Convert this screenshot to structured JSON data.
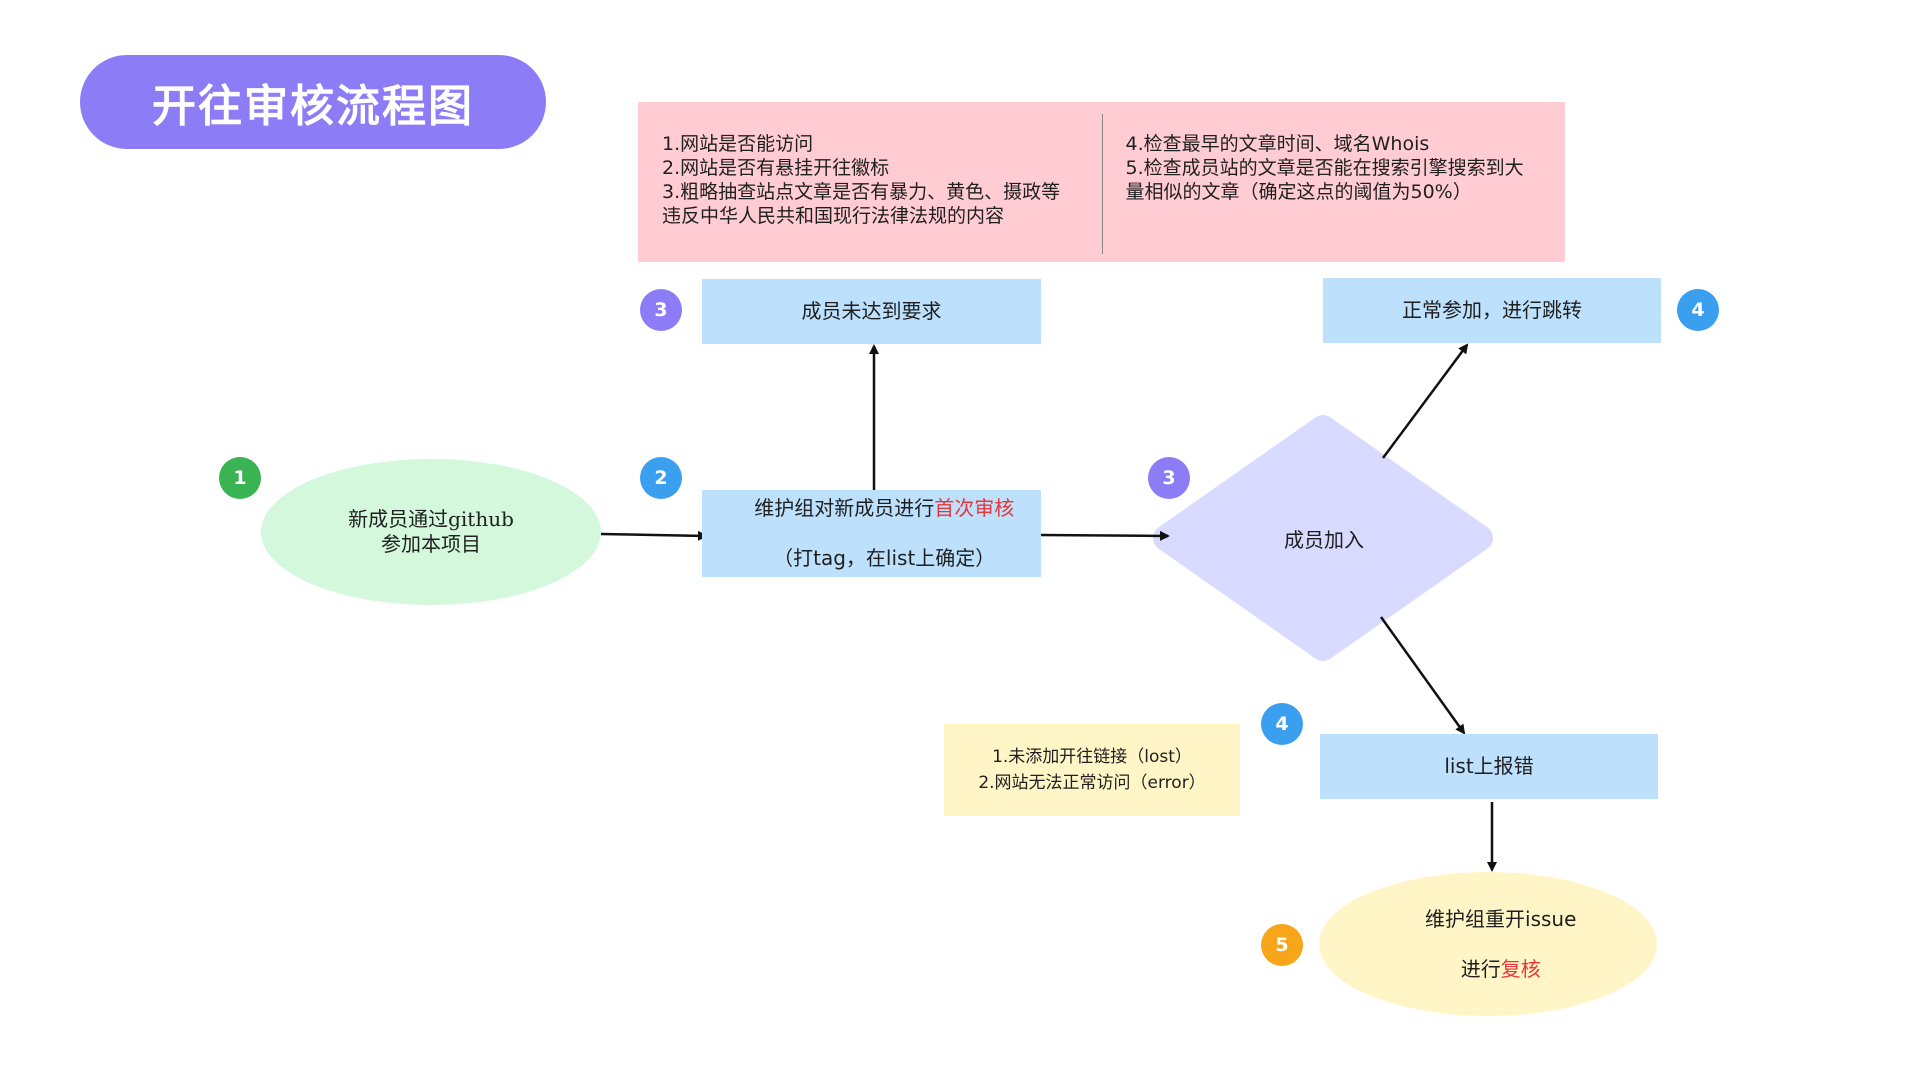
{
  "title": "开往审核流程图",
  "colors": {
    "title_bg": "#8c7cf6",
    "criteria_bg": "#ffccd3",
    "rect_blue": "#bde1fd",
    "ellipse_green": "#d3f8dc",
    "diamond_lavender": "#d9daff",
    "yellow": "#fff5c6",
    "badge_green": "#3ab353",
    "badge_blue": "#3b9ff0",
    "badge_purple": "#8c7cf6",
    "badge_orange": "#f7a519",
    "highlight_red": "#e8373b",
    "arrow": "#111111"
  },
  "criteria": {
    "left": "1.网站是否能访问\n2.网站是否有悬挂开往徽标\n3.粗略抽查站点文章是否有暴力、黄色、摄政等\n违反中华人民共和国现行法律法规的内容",
    "right": "4.检查最早的文章时间、域名Whois\n5.检查成员站的文章是否能在搜索引擎搜索到大\n量相似的文章（确定这点的阈值为50%）"
  },
  "nodes": {
    "start": "新成员通过github\n参加本项目",
    "review_before": "维护组对新成员进行",
    "review_highlight": "首次审核",
    "review_line2": "（打tag，在list上确定）",
    "not_met": "成员未达到要求",
    "decision": "成员加入",
    "normal": "正常参加，进行跳转",
    "list_error": "list上报错",
    "reissue_line1": "维护组重开issue",
    "reissue_line2_before": "进行",
    "reissue_highlight": "复核"
  },
  "error_reasons": "1.未添加开往链接（lost）\n2.网站无法正常访问（error）",
  "badges": {
    "start": "1",
    "review": "2",
    "not_met": "3",
    "decision": "3",
    "normal": "4",
    "list_error": "4",
    "reissue": "5"
  }
}
